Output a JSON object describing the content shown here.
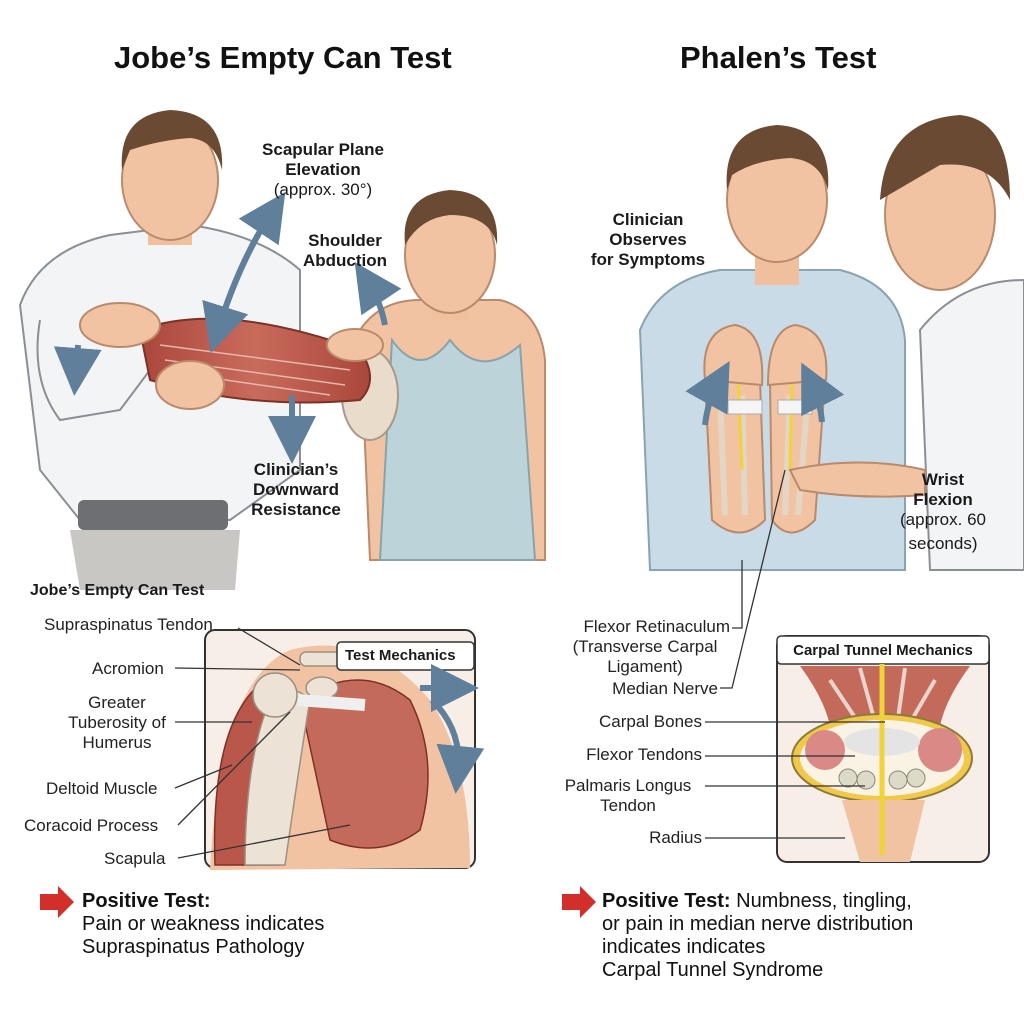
{
  "jobe": {
    "title": "Jobe’s Empty Can Test",
    "labels": {
      "scapular_plane_1": "Scapular Plane",
      "scapular_plane_2": "Elevation",
      "scapular_plane_3": "(approx. 30°)",
      "abduction_1": "Shoulder",
      "abduction_2": "Abduction",
      "resistance_1": "Clinician’s",
      "resistance_2": "Downward",
      "resistance_3": "Resistance"
    },
    "inset": {
      "title": "Jobe’s Empty Can Test",
      "box_title": "Test Mechanics",
      "supraspinatus": "Supraspinatus Tendon",
      "acromion": "Acromion",
      "greater_1": "Greater",
      "greater_2": "Tuberosity of",
      "greater_3": "Humerus",
      "deltoid": "Deltoid Muscle",
      "coracoid": "Coracoid Process",
      "scapula": "Scapula"
    },
    "positive": {
      "label": "Positive Test:",
      "line1": "Pain or weakness indicates",
      "line2": "Supraspinatus Pathology"
    }
  },
  "phalen": {
    "title": "Phalen’s Test",
    "labels": {
      "observe_1": "Clinician",
      "observe_2": "Observes",
      "observe_3": "for Symptoms",
      "wrist_1": "Wrist",
      "wrist_2": "Flexion",
      "wrist_3": "(approx. 60",
      "wrist_4": "seconds)"
    },
    "inset": {
      "box_title": "Carpal Tunnel Mechanics",
      "retinaculum_1": "Flexor Retinaculum",
      "retinaculum_2": "(Transverse Carpal",
      "retinaculum_3": "Ligament)",
      "median": "Median Nerve",
      "carpal_bones": "Carpal Bones",
      "flexor_tendons": "Flexor Tendons",
      "palmaris_1": "Palmaris Longus",
      "palmaris_2": "Tendon",
      "radius": "Radius"
    },
    "positive": {
      "label": "Positive Test:",
      "line1_rest": " Numbness, tingling,",
      "line2": "or pain in median nerve distribution",
      "line3": "indicates indicates",
      "line4": "Carpal Tunnel Syndrome"
    }
  },
  "colors": {
    "arrow": "#5f7f9a",
    "muscle": "#b9584a",
    "skin": "#f2c3a3",
    "hair": "#6b4a34",
    "shirt_white": "#f3f4f6",
    "tank_top": "#bcd3d9",
    "tshirt": "#c8dbe6",
    "nerve": "#f0d23a",
    "positive_arrow": "#d22f2a"
  }
}
